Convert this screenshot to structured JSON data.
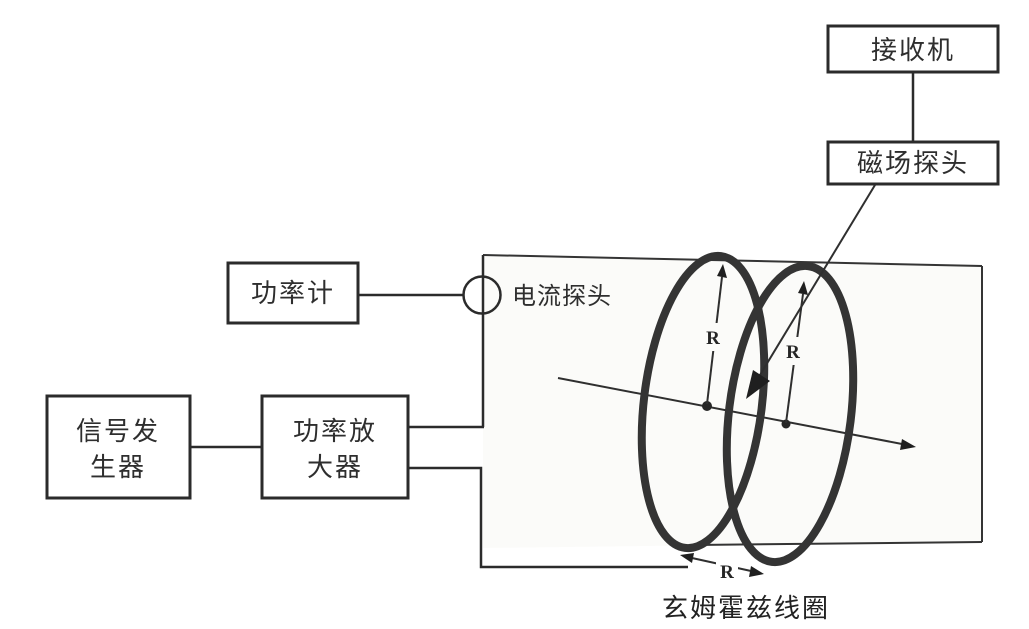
{
  "figure": {
    "blocks": {
      "receiver": "接收机",
      "field_probe": "磁场探头",
      "power_meter": "功率计",
      "signal_generator": [
        "信号发",
        "生器"
      ],
      "power_amplifier": [
        "功率放",
        "大器"
      ]
    },
    "labels": {
      "current_probe": "电流探头",
      "coil_caption": "玄姆霍兹线圈",
      "radius_left": "R",
      "radius_right": "R",
      "coil_spacing": "R"
    },
    "colors": {
      "ink": "#2b2b2b",
      "coil_ink": "#343434",
      "background": "#ffffff",
      "inset_background": "#fbfbf9"
    }
  }
}
